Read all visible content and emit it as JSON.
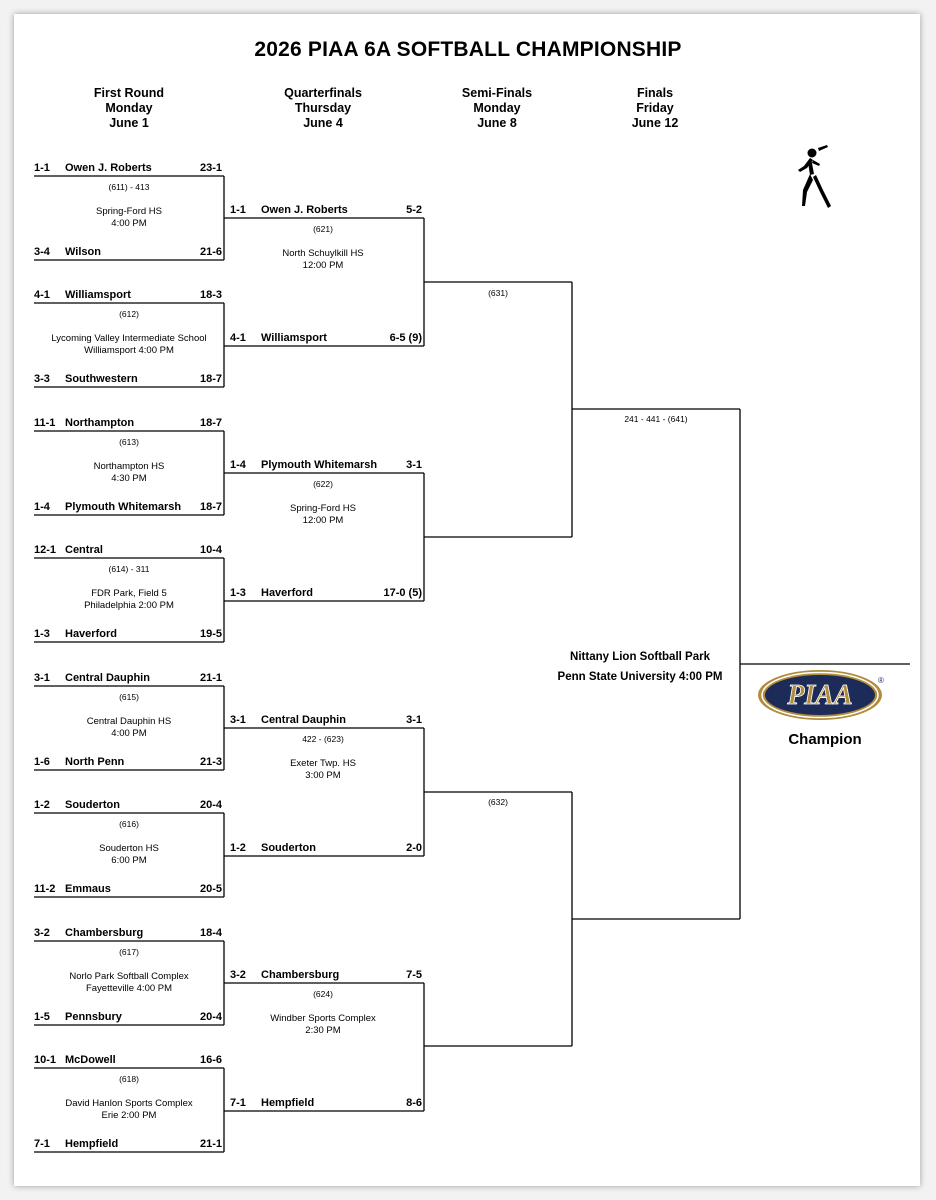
{
  "title": "2026 PIAA 6A SOFTBALL CHAMPIONSHIP",
  "rounds": [
    {
      "name": "First Round",
      "day": "Monday",
      "date": "June 1"
    },
    {
      "name": "Quarterfinals",
      "day": "Thursday",
      "date": "June 4"
    },
    {
      "name": "Semi-Finals",
      "day": "Monday",
      "date": "June 8"
    },
    {
      "name": "Finals",
      "day": "Friday",
      "date": "June 12"
    }
  ],
  "first_round": [
    {
      "game": "(611) - 413",
      "site": "Spring-Ford HS",
      "time": "4:00 PM",
      "top": {
        "seed": "1-1",
        "team": "Owen J. Roberts",
        "score": "23-1"
      },
      "bottom": {
        "seed": "3-4",
        "team": "Wilson",
        "score": "21-6"
      }
    },
    {
      "game": "(612)",
      "site": "Lycoming Valley Intermediate School",
      "time": "Williamsport 4:00 PM",
      "top": {
        "seed": "4-1",
        "team": "Williamsport",
        "score": "18-3"
      },
      "bottom": {
        "seed": "3-3",
        "team": "Southwestern",
        "score": "18-7"
      }
    },
    {
      "game": "(613)",
      "site": "Northampton HS",
      "time": "4:30 PM",
      "top": {
        "seed": "11-1",
        "team": "Northampton",
        "score": "18-7"
      },
      "bottom": {
        "seed": "1-4",
        "team": "Plymouth Whitemarsh",
        "score": "18-7"
      }
    },
    {
      "game": "(614) - 311",
      "site": "FDR Park, Field 5",
      "time": "Philadelphia 2:00 PM",
      "top": {
        "seed": "12-1",
        "team": "Central",
        "score": "10-4"
      },
      "bottom": {
        "seed": "1-3",
        "team": "Haverford",
        "score": "19-5"
      }
    },
    {
      "game": "(615)",
      "site": "Central Dauphin HS",
      "time": "4:00 PM",
      "top": {
        "seed": "3-1",
        "team": "Central Dauphin",
        "score": "21-1"
      },
      "bottom": {
        "seed": "1-6",
        "team": "North Penn",
        "score": "21-3"
      }
    },
    {
      "game": "(616)",
      "site": "Souderton HS",
      "time": "6:00 PM",
      "top": {
        "seed": "1-2",
        "team": "Souderton",
        "score": "20-4"
      },
      "bottom": {
        "seed": "11-2",
        "team": "Emmaus",
        "score": "20-5"
      }
    },
    {
      "game": "(617)",
      "site": "Norlo Park Softball Complex",
      "time": "Fayetteville 4:00 PM",
      "top": {
        "seed": "3-2",
        "team": "Chambersburg",
        "score": "18-4"
      },
      "bottom": {
        "seed": "1-5",
        "team": "Pennsbury",
        "score": "20-4"
      }
    },
    {
      "game": "(618)",
      "site": "David Hanlon Sports Complex",
      "time": "Erie 2:00 PM",
      "top": {
        "seed": "10-1",
        "team": "McDowell",
        "score": "16-6"
      },
      "bottom": {
        "seed": "7-1",
        "team": "Hempfield",
        "score": "21-1"
      }
    }
  ],
  "quarterfinals": [
    {
      "game": "(621)",
      "site": "North Schuylkill HS",
      "time": "12:00 PM",
      "top": {
        "seed": "1-1",
        "team": "Owen J. Roberts",
        "score": "5-2"
      },
      "bottom": {
        "seed": "4-1",
        "team": "Williamsport",
        "score": "6-5 (9)"
      }
    },
    {
      "game": "(622)",
      "site": "Spring-Ford HS",
      "time": "12:00 PM",
      "top": {
        "seed": "1-4",
        "team": "Plymouth Whitemarsh",
        "score": "3-1"
      },
      "bottom": {
        "seed": "1-3",
        "team": "Haverford",
        "score": "17-0 (5)"
      }
    },
    {
      "game": "422 - (623)",
      "site": "Exeter Twp. HS",
      "time": "3:00 PM",
      "top": {
        "seed": "3-1",
        "team": "Central Dauphin",
        "score": "3-1"
      },
      "bottom": {
        "seed": "1-2",
        "team": "Souderton",
        "score": "2-0"
      }
    },
    {
      "game": "(624)",
      "site": "Windber Sports Complex",
      "time": "2:30 PM",
      "top": {
        "seed": "3-2",
        "team": "Chambersburg",
        "score": "7-5"
      },
      "bottom": {
        "seed": "7-1",
        "team": "Hempfield",
        "score": "8-6"
      }
    }
  ],
  "semifinals": [
    {
      "game": "(631)"
    },
    {
      "game": "(632)"
    }
  ],
  "final": {
    "game": "241 - 441 - (641)",
    "venue": "Nittany Lion Softball Park",
    "venue_detail": "Penn State University 4:00 PM",
    "champion_label": "Champion"
  },
  "logo": {
    "text": "PIAA",
    "registered": "®",
    "colors": {
      "navy": "#1c2b57",
      "gold": "#b08d3c",
      "light": "#ffffff"
    }
  },
  "icons": {
    "batter": "softball-batter-icon"
  },
  "line_color": "#000000"
}
